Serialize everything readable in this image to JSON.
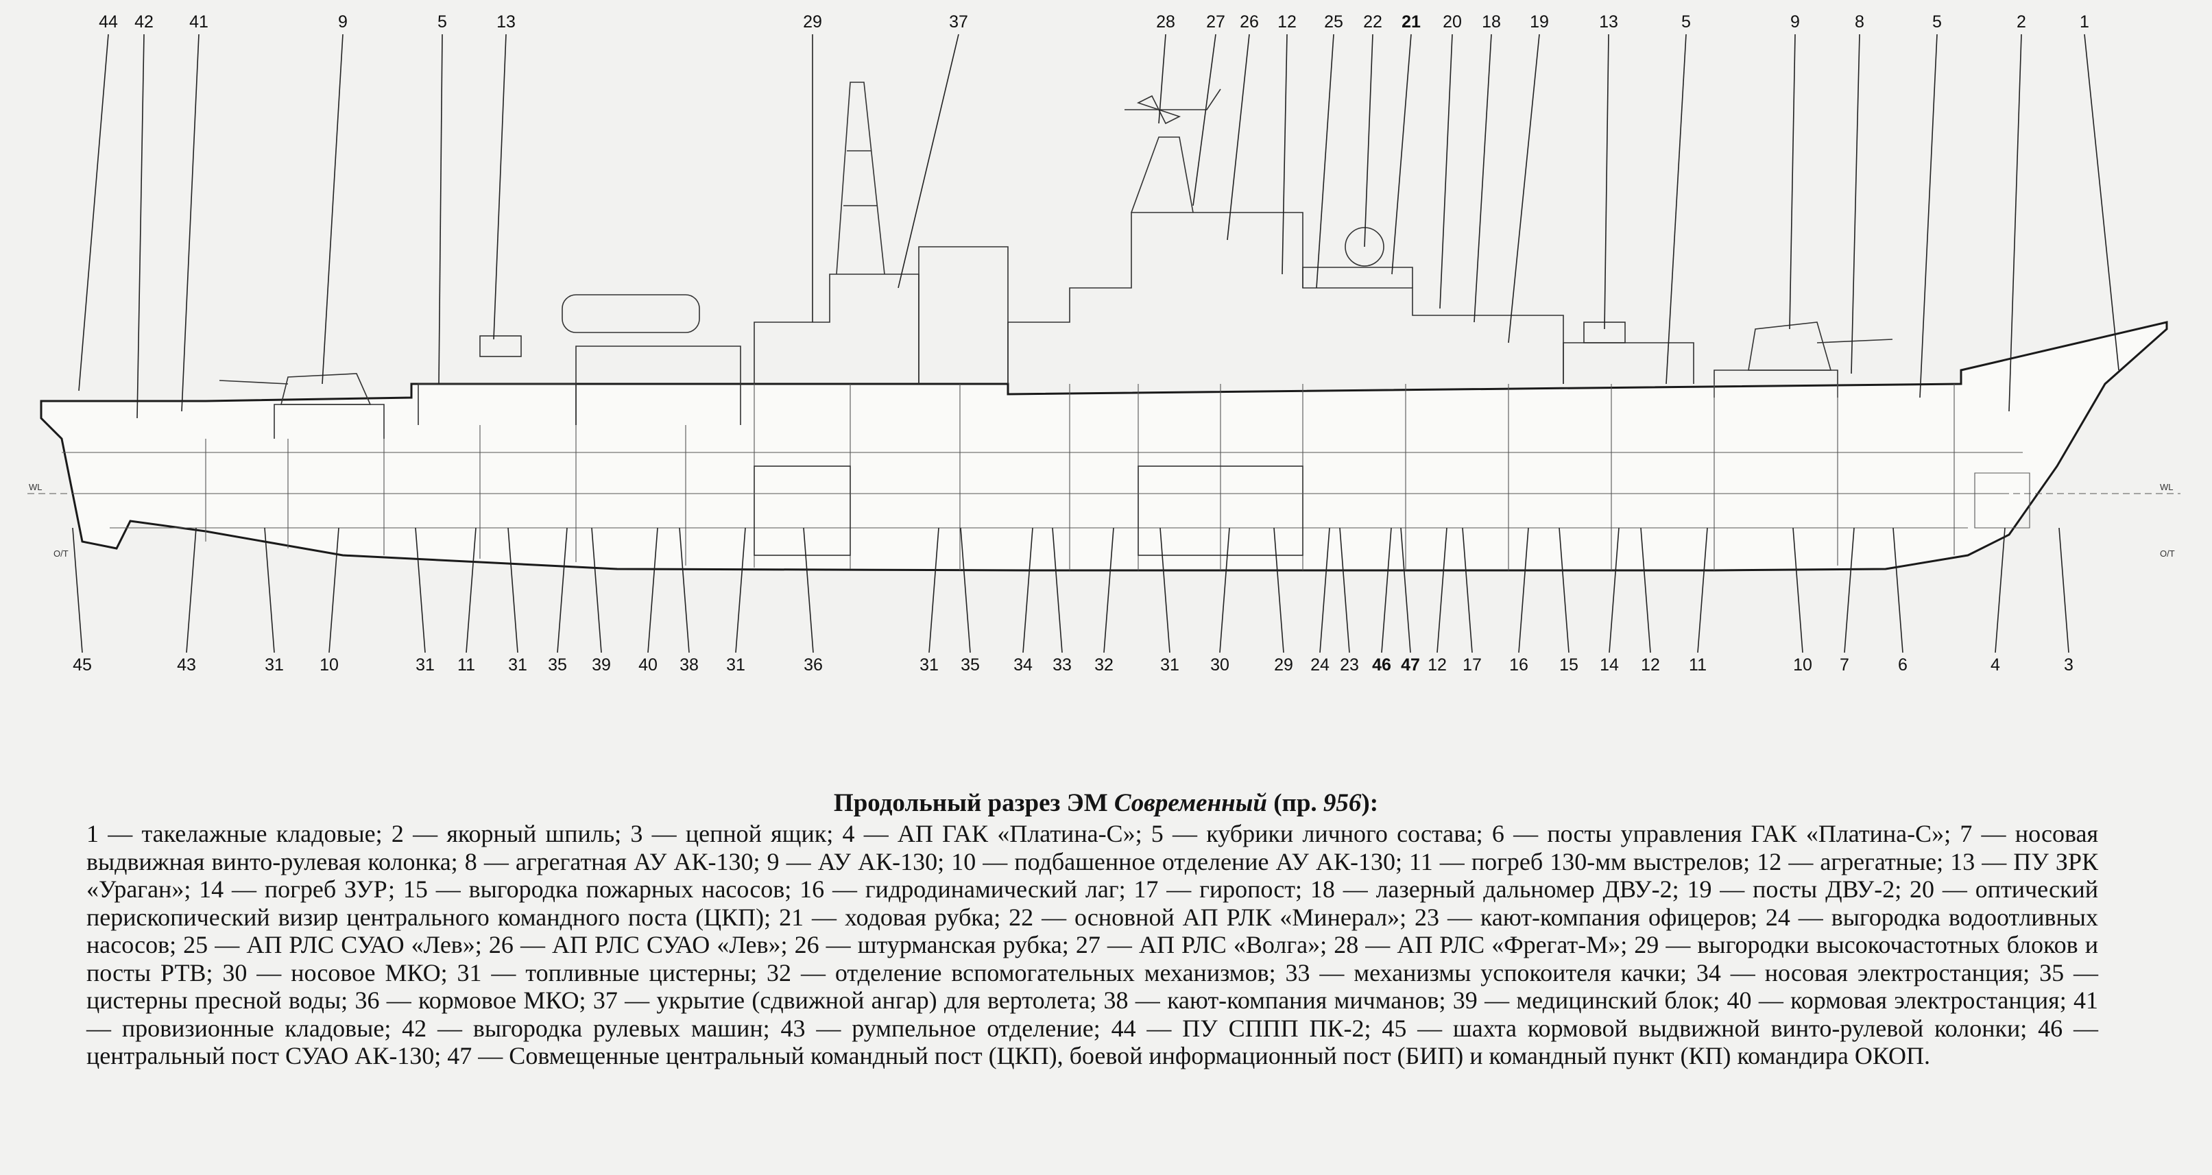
{
  "caption": {
    "prefix": "Продольный разрез ЭМ ",
    "ship_name": "Современный",
    "middle": " (пр. ",
    "project": "956",
    "suffix": "):"
  },
  "legend_text": "1 — такелажные кладовые; 2 — якорный шпиль; 3 — цепной ящик; 4 — АП ГАК «Платина-С»; 5 — кубрики личного состава; 6 — посты управления ГАК «Платина-С»; 7 — носовая выдвижная винто-рулевая колонка; 8 — агрегатная АУ АК-130; 9 — АУ АК-130; 10 — подбашенное отделение АУ АК-130; 11 — погреб 130-мм выстрелов; 12 — агрегатные; 13 — ПУ ЗРК «Ураган»; 14 — погреб ЗУР; 15 — выгородка пожарных насосов; 16 — гидродинамический лаг; 17 — гиропост; 18 — лазерный дальномер ДВУ-2; 19 — посты ДВУ-2; 20 — оптический перископический визир центрального командного поста (ЦКП); 21 — ходовая рубка; 22 — основной АП РЛК «Минерал»; 23 — кают-компания офицеров; 24 — выгородка водоотливных насосов; 25 — АП РЛС СУАО «Лев»; 26 — АП РЛС СУАО «Лев»; 26 — штурманская рубка; 27 — АП РЛС «Волга»; 28 — АП РЛС «Фрегат-М»; 29 — выгородки высокочастотных блоков и посты РТВ; 30 — носовое МКО; 31 — топливные цистерны; 32 — отделение вспомогательных механизмов; 33 — механизмы успокоителя качки; 34 — носовая электростанция; 35 — цистерны пресной воды; 36 — кормовое МКО; 37 — укрытие (сдвижной ангар) для вертолета; 38 — кают-компания мичманов; 39 — медицинский блок; 40 — кормовая электростанция; 41 — провизионные кладовые; 42 — выгородка рулевых машин; 43 — румпельное отделение; 44 — ПУ СППП ПК-2; 45 — шахта кормовой выдвижной винто-рулевой колонки; 46 — центральный пост СУАО АК-130; 47 — Совмещенные центральный командный пост (ЦКП), боевой информационный пост (БИП) и командный пункт (КП) командира ОКОП.",
  "diagram": {
    "waterline_label": "WL",
    "baseline_label": "O/T",
    "top_labels": [
      "44",
      "42",
      "41",
      "9",
      "5",
      "13",
      "29",
      "37",
      "28",
      "27",
      "26",
      "12",
      "25",
      "22",
      "21",
      "20",
      "18",
      "19",
      "13",
      "5",
      "9",
      "8",
      "5",
      "2",
      "1"
    ],
    "bottom_labels": [
      "45",
      "43",
      "31",
      "10",
      "31",
      "11",
      "31",
      "35",
      "39",
      "40",
      "38",
      "31",
      "36",
      "31",
      "35",
      "34",
      "33",
      "32",
      "31",
      "30",
      "29",
      "24",
      "23",
      "46",
      "47",
      "12",
      "17",
      "16",
      "15",
      "14",
      "12",
      "11",
      "10",
      "7",
      "6",
      "4",
      "3"
    ],
    "bold_labels": [
      "21",
      "46",
      "47"
    ]
  }
}
